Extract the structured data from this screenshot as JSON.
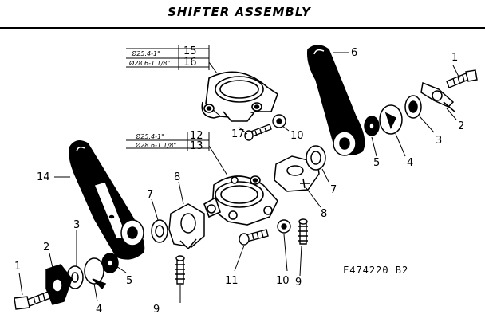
{
  "title": "SHIFTER ASSEMBLY",
  "part_number": "F474220 B2",
  "specs": {
    "upper": {
      "large": "Ø25.4-1\"",
      "small": "Ø28.6-1 1/8\"",
      "ref_large": "15",
      "ref_small": "16"
    },
    "lower": {
      "large": "Ø25.4-1\"",
      "small": "Ø28.6-1 1/8\"",
      "ref_large": "12",
      "ref_small": "13"
    }
  },
  "callouts": {
    "c1_right": "1",
    "c2_right": "2",
    "c3_right": "3",
    "c4_right": "4",
    "c5_right": "5",
    "c6": "6",
    "c7_right": "7",
    "c8_right": "8",
    "c9_right": "9",
    "c10_upper": "10",
    "c10_lower": "10",
    "c11": "11",
    "c17": "17",
    "c14": "14",
    "c1_left": "1",
    "c2_left": "2",
    "c3_left": "3",
    "c4_left": "4",
    "c5_left": "5",
    "c7_left": "7",
    "c8_left": "8",
    "c9_left": "9"
  }
}
